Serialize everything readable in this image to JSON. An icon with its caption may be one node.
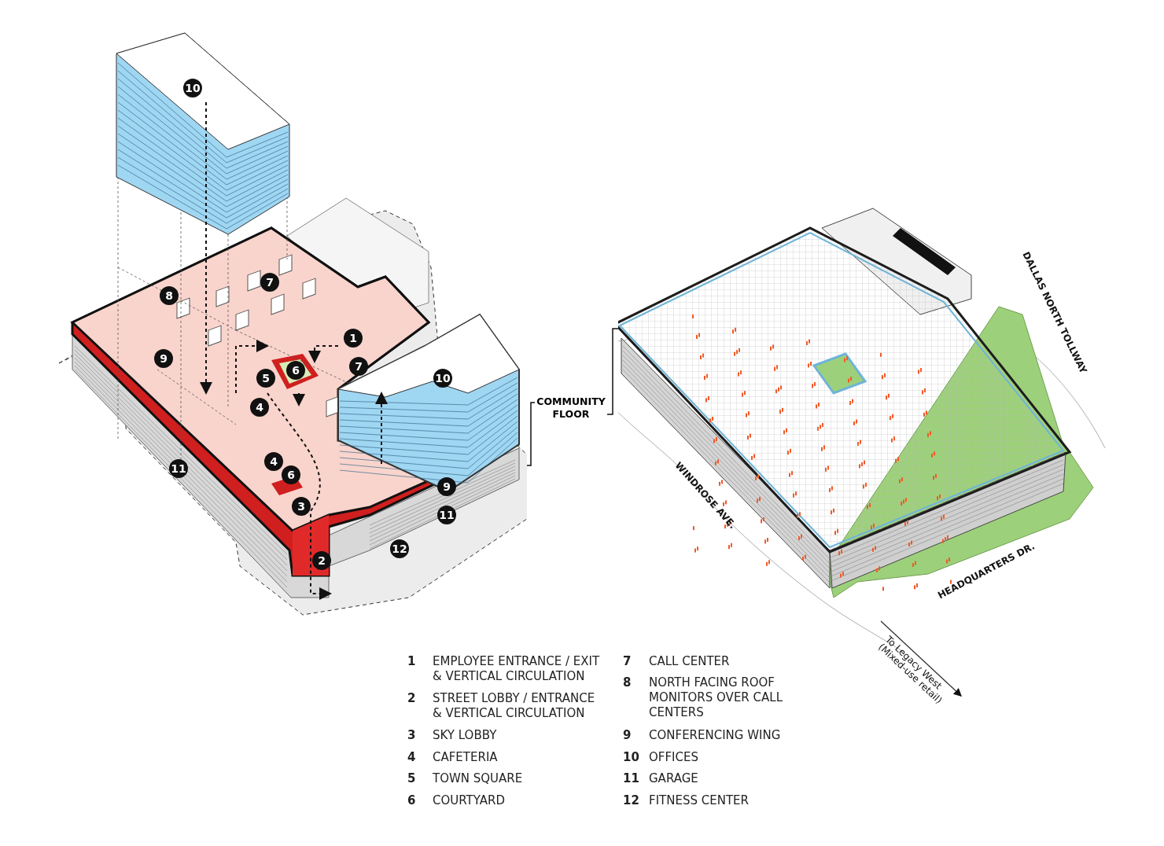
{
  "diagram": {
    "nodes": [
      {
        "text": [
          "COMMUNITY FLOOR"
        ]
      },
      {
        "text": [],
        "shape": "picture"
      },
      {
        "text": [],
        "shape": "picture"
      }
    ],
    "edges": [
      {
        "from": 0,
        "to": 1,
        "arrow": "none"
      },
      {
        "from": 0,
        "to": 2,
        "arrow": "none"
      }
    ],
    "labels": [
      "10",
      "7",
      "8",
      "1",
      "9",
      "6",
      "7",
      "5",
      "10",
      "4",
      "11",
      "4",
      "6",
      "9",
      "3",
      "11",
      "2",
      "12",
      "DALLAS NORTH TOLLWAY",
      "WINDROSE AVE.",
      "HEADQUARTERS DR.",
      "To Legacy West (Mixed-use retail)",
      "1",
      "EMPLOYEE ENTRANCE / EXIT & VERTICAL CIRCULATION",
      "7",
      "CALL CENTER",
      "2",
      "STREET LOBBY / ENTRANCE & VERTICAL CIRCULATION",
      "8",
      "NORTH FACING ROOF MONITORS OVER CALL CENTERS",
      "3",
      "SKY LOBBY",
      "9",
      "CONFERENCING WING",
      "4",
      "CAFETERIA",
      "10",
      "OFFICES",
      "5",
      "TOWN SQUARE",
      "11",
      "GARAGE",
      "6",
      "COURTYARD",
      "12",
      "FITNESS CENTER"
    ]
  }
}
